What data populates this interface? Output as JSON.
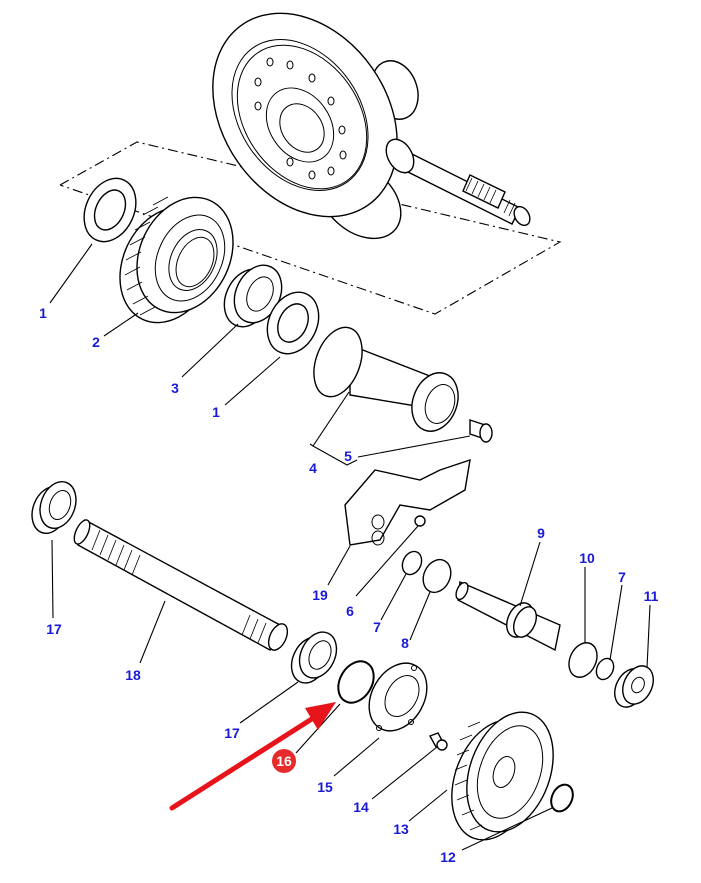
{
  "diagram": {
    "title": "Exploded parts view - PTO / transmission gear assembly",
    "callout_color": "#1a1ad6",
    "highlight_color": "#e52b2b",
    "arrow_color": "#e8141b",
    "highlighted_part": "16",
    "callouts": [
      {
        "id": "c1a",
        "label": "1",
        "part": "washer"
      },
      {
        "id": "c2",
        "label": "2",
        "part": "gear"
      },
      {
        "id": "c3",
        "label": "3",
        "part": "bearing"
      },
      {
        "id": "c1b",
        "label": "1",
        "part": "washer"
      },
      {
        "id": "c4",
        "label": "4",
        "part": "gear-shaft-assembly"
      },
      {
        "id": "c5",
        "label": "5",
        "part": "bushing"
      },
      {
        "id": "c17a",
        "label": "17",
        "part": "bearing"
      },
      {
        "id": "c18",
        "label": "18",
        "part": "splined-shaft"
      },
      {
        "id": "c19",
        "label": "19",
        "part": "shift-fork"
      },
      {
        "id": "c6",
        "label": "6",
        "part": "plug"
      },
      {
        "id": "c7a",
        "label": "7",
        "part": "o-ring"
      },
      {
        "id": "c8",
        "label": "8",
        "part": "o-ring"
      },
      {
        "id": "c9",
        "label": "9",
        "part": "piston-shaft"
      },
      {
        "id": "c10",
        "label": "10",
        "part": "o-ring"
      },
      {
        "id": "c7b",
        "label": "7",
        "part": "o-ring"
      },
      {
        "id": "c11",
        "label": "11",
        "part": "cap"
      },
      {
        "id": "c17b",
        "label": "17",
        "part": "bearing"
      },
      {
        "id": "c16",
        "label": "16",
        "part": "circlip"
      },
      {
        "id": "c15",
        "label": "15",
        "part": "retainer-plate"
      },
      {
        "id": "c14",
        "label": "14",
        "part": "bolt"
      },
      {
        "id": "c13",
        "label": "13",
        "part": "gear"
      },
      {
        "id": "c12",
        "label": "12",
        "part": "snap-ring"
      }
    ]
  }
}
